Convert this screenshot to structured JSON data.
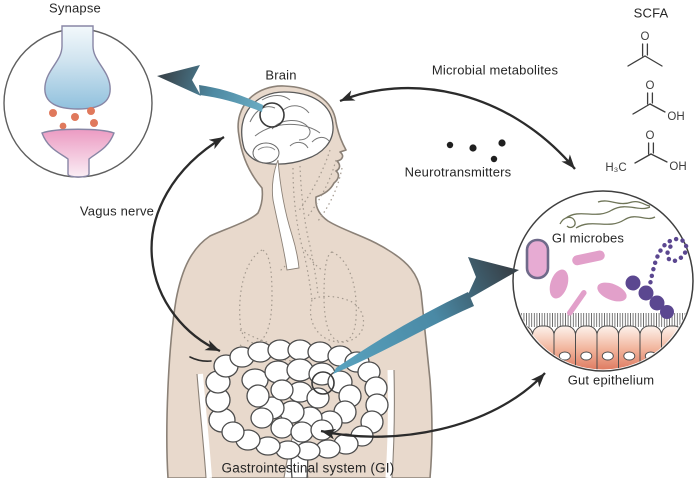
{
  "figure_labels": {
    "synapse": "Synapse",
    "brain": "Brain",
    "scfa": "SCFA",
    "microbial_metabolites": "Microbial metabolites",
    "neurotransmitters": "Neurotransmitters",
    "vagus_nerve": "Vagus nerve",
    "gi_microbes": "GI microbes",
    "gut_epithelium": "Gut epithelium",
    "gastrointestinal_system": "Gastrointestinal system (GI)"
  },
  "chemistry": {
    "molecules": [
      {
        "name": "ketone-skeletal",
        "o": "O"
      },
      {
        "name": "carboxylic-acid-skeletal",
        "o": "O",
        "oh": "OH"
      },
      {
        "name": "acetic-acid-explicit-methyl",
        "o": "O",
        "oh": "OH",
        "methyl": "H₃C"
      }
    ]
  },
  "colors": {
    "background": "#ffffff",
    "skin": "#e8d9cc",
    "body_outline": "#8b8177",
    "organ_dotted_line": "#a3998e",
    "black_arrow": "#2b2b2b",
    "teal_arrow": "#4e97b4",
    "dark_arrow_head": "#3a4850",
    "synapse_blue": "#8fc0dd",
    "synapse_pink": "#ec9cc3",
    "neurotransmitter_dot_orange": "#e0795c",
    "microbe_pink": "#e2a0ca",
    "microbe_purple": "#5b4790",
    "filament_olive": "#6f7558",
    "epithelium_salmon": "#d96a50",
    "line_dark": "#4c4c4c"
  }
}
